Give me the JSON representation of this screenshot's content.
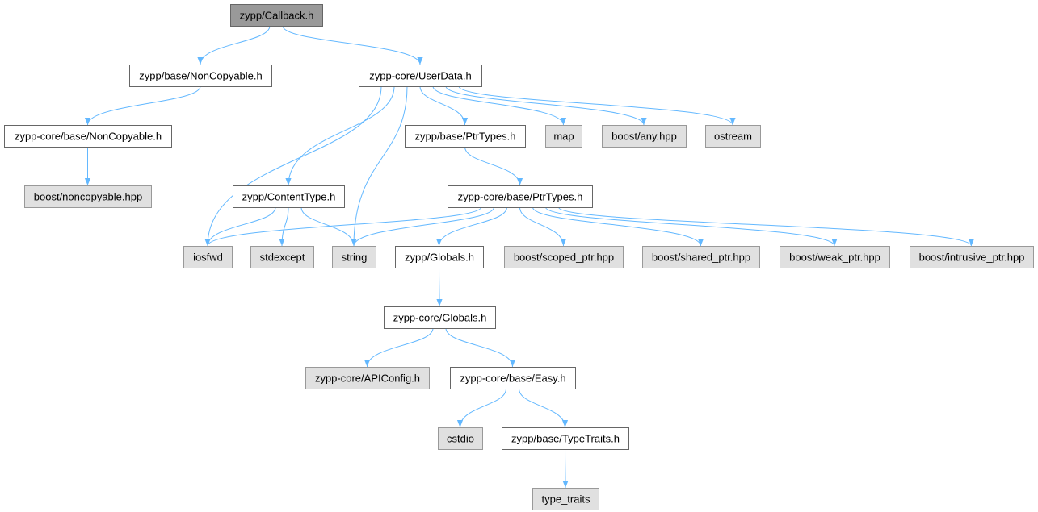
{
  "colors": {
    "edge": "#63b8ff",
    "root_fill": "#999999",
    "external_fill": "#e0e0e0",
    "local_fill": "#ffffff"
  },
  "nodes": [
    {
      "id": "n_callback",
      "label": "zypp/Callback.h",
      "kind": "root"
    },
    {
      "id": "n_noncopyable",
      "label": "zypp/base/NonCopyable.h",
      "kind": "local"
    },
    {
      "id": "n_userdata",
      "label": "zypp-core/UserData.h",
      "kind": "local"
    },
    {
      "id": "n_core_noncopyable",
      "label": "zypp-core/base/NonCopyable.h",
      "kind": "local"
    },
    {
      "id": "n_boost_noncopyable",
      "label": "boost/noncopyable.hpp",
      "kind": "external"
    },
    {
      "id": "n_ptrtypes",
      "label": "zypp/base/PtrTypes.h",
      "kind": "local"
    },
    {
      "id": "n_map",
      "label": "map",
      "kind": "external"
    },
    {
      "id": "n_boost_any",
      "label": "boost/any.hpp",
      "kind": "external"
    },
    {
      "id": "n_ostream",
      "label": "ostream",
      "kind": "external"
    },
    {
      "id": "n_contenttype",
      "label": "zypp/ContentType.h",
      "kind": "local"
    },
    {
      "id": "n_core_ptrtypes",
      "label": "zypp-core/base/PtrTypes.h",
      "kind": "local"
    },
    {
      "id": "n_iosfwd",
      "label": "iosfwd",
      "kind": "external"
    },
    {
      "id": "n_stdexcept",
      "label": "stdexcept",
      "kind": "external"
    },
    {
      "id": "n_string",
      "label": "string",
      "kind": "external"
    },
    {
      "id": "n_globals",
      "label": "zypp/Globals.h",
      "kind": "local"
    },
    {
      "id": "n_scoped_ptr",
      "label": "boost/scoped_ptr.hpp",
      "kind": "external"
    },
    {
      "id": "n_shared_ptr",
      "label": "boost/shared_ptr.hpp",
      "kind": "external"
    },
    {
      "id": "n_weak_ptr",
      "label": "boost/weak_ptr.hpp",
      "kind": "external"
    },
    {
      "id": "n_intrusive_ptr",
      "label": "boost/intrusive_ptr.hpp",
      "kind": "external"
    },
    {
      "id": "n_core_globals",
      "label": "zypp-core/Globals.h",
      "kind": "local"
    },
    {
      "id": "n_apiconfig",
      "label": "zypp-core/APIConfig.h",
      "kind": "external"
    },
    {
      "id": "n_easy",
      "label": "zypp-core/base/Easy.h",
      "kind": "local"
    },
    {
      "id": "n_cstdio",
      "label": "cstdio",
      "kind": "external"
    },
    {
      "id": "n_typetraits_h",
      "label": "zypp/base/TypeTraits.h",
      "kind": "local"
    },
    {
      "id": "n_type_traits",
      "label": "type_traits",
      "kind": "external"
    }
  ],
  "edges": [
    {
      "from": "n_callback",
      "to": "n_noncopyable"
    },
    {
      "from": "n_callback",
      "to": "n_userdata"
    },
    {
      "from": "n_noncopyable",
      "to": "n_core_noncopyable"
    },
    {
      "from": "n_core_noncopyable",
      "to": "n_boost_noncopyable"
    },
    {
      "from": "n_userdata",
      "to": "n_iosfwd"
    },
    {
      "from": "n_userdata",
      "to": "n_contenttype"
    },
    {
      "from": "n_userdata",
      "to": "n_string"
    },
    {
      "from": "n_userdata",
      "to": "n_ptrtypes"
    },
    {
      "from": "n_userdata",
      "to": "n_map"
    },
    {
      "from": "n_userdata",
      "to": "n_boost_any"
    },
    {
      "from": "n_userdata",
      "to": "n_ostream"
    },
    {
      "from": "n_contenttype",
      "to": "n_iosfwd"
    },
    {
      "from": "n_contenttype",
      "to": "n_stdexcept"
    },
    {
      "from": "n_contenttype",
      "to": "n_string"
    },
    {
      "from": "n_ptrtypes",
      "to": "n_core_ptrtypes"
    },
    {
      "from": "n_core_ptrtypes",
      "to": "n_iosfwd"
    },
    {
      "from": "n_core_ptrtypes",
      "to": "n_string"
    },
    {
      "from": "n_core_ptrtypes",
      "to": "n_globals"
    },
    {
      "from": "n_core_ptrtypes",
      "to": "n_scoped_ptr"
    },
    {
      "from": "n_core_ptrtypes",
      "to": "n_shared_ptr"
    },
    {
      "from": "n_core_ptrtypes",
      "to": "n_weak_ptr"
    },
    {
      "from": "n_core_ptrtypes",
      "to": "n_intrusive_ptr"
    },
    {
      "from": "n_globals",
      "to": "n_core_globals"
    },
    {
      "from": "n_core_globals",
      "to": "n_apiconfig"
    },
    {
      "from": "n_core_globals",
      "to": "n_easy"
    },
    {
      "from": "n_easy",
      "to": "n_cstdio"
    },
    {
      "from": "n_easy",
      "to": "n_typetraits_h"
    },
    {
      "from": "n_typetraits_h",
      "to": "n_type_traits"
    }
  ]
}
